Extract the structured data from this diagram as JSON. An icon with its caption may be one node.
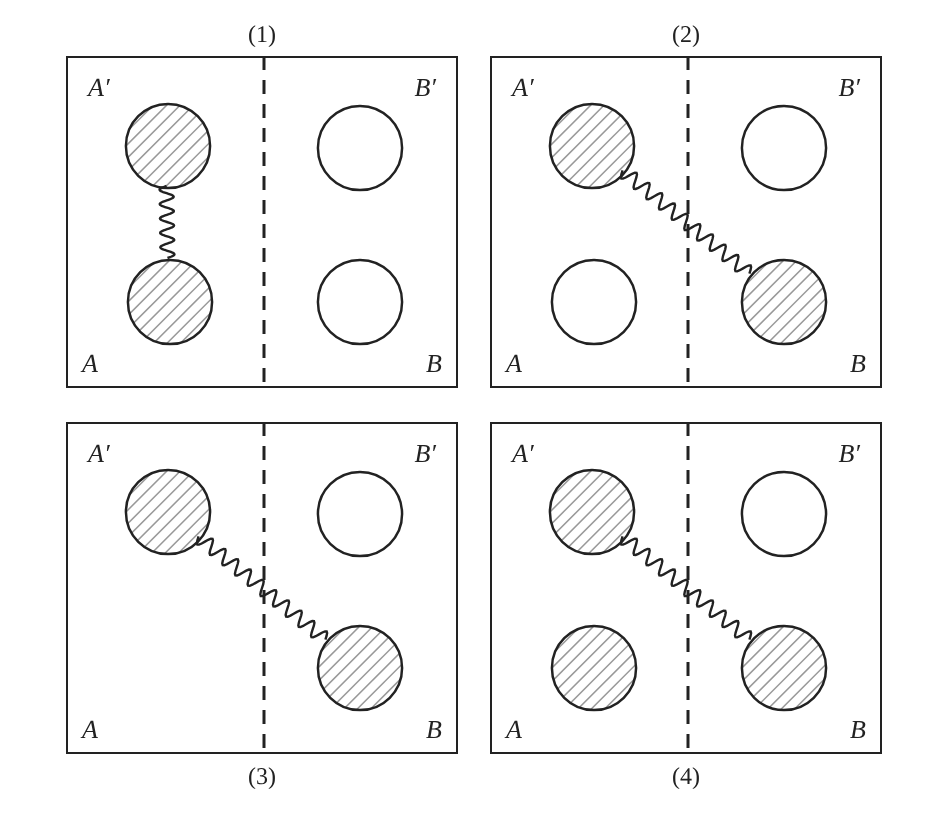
{
  "diagram": {
    "nodes": [
      {
        "text": [
          "A′",
          "B′",
          "A",
          "B"
        ],
        "beside": [
          "(1)"
        ]
      },
      {
        "text": [],
        "shape": "circle",
        "in": 0
      },
      {
        "text": [],
        "shape": "circle",
        "in": 0
      },
      {
        "text": [],
        "shape": "circle",
        "in": 0
      },
      {
        "text": [],
        "shape": "circle",
        "in": 0
      },
      {
        "text": [
          "A′",
          "B′",
          "A",
          "B"
        ],
        "beside": [
          "(2)"
        ]
      },
      {
        "text": [],
        "shape": "circle",
        "in": 5
      },
      {
        "text": [],
        "shape": "circle",
        "in": 5
      },
      {
        "text": [],
        "shape": "circle",
        "in": 5
      },
      {
        "text": [],
        "shape": "circle",
        "in": 5
      },
      {
        "text": [
          "A′",
          "B′",
          "A",
          "B"
        ],
        "beside": [
          "(3)"
        ]
      },
      {
        "text": [],
        "shape": "circle",
        "in": 10
      },
      {
        "text": [],
        "shape": "circle",
        "in": 10
      },
      {
        "text": [],
        "shape": "circle",
        "in": 10
      },
      {
        "text": [
          "A′",
          "B′",
          "A",
          "B"
        ],
        "beside": [
          "(4)"
        ]
      },
      {
        "text": [],
        "shape": "circle",
        "in": 14
      },
      {
        "text": [],
        "shape": "circle",
        "in": 14
      },
      {
        "text": [],
        "shape": "circle",
        "in": 14
      },
      {
        "text": [],
        "shape": "circle",
        "in": 14
      }
    ],
    "edges": [
      {
        "from": 1,
        "to": 3,
        "arrow": "none"
      },
      {
        "from": 6,
        "to": 9,
        "arrow": "none"
      },
      {
        "from": 11,
        "to": 13,
        "arrow": "none"
      },
      {
        "from": 15,
        "to": 18,
        "arrow": "none"
      }
    ]
  }
}
